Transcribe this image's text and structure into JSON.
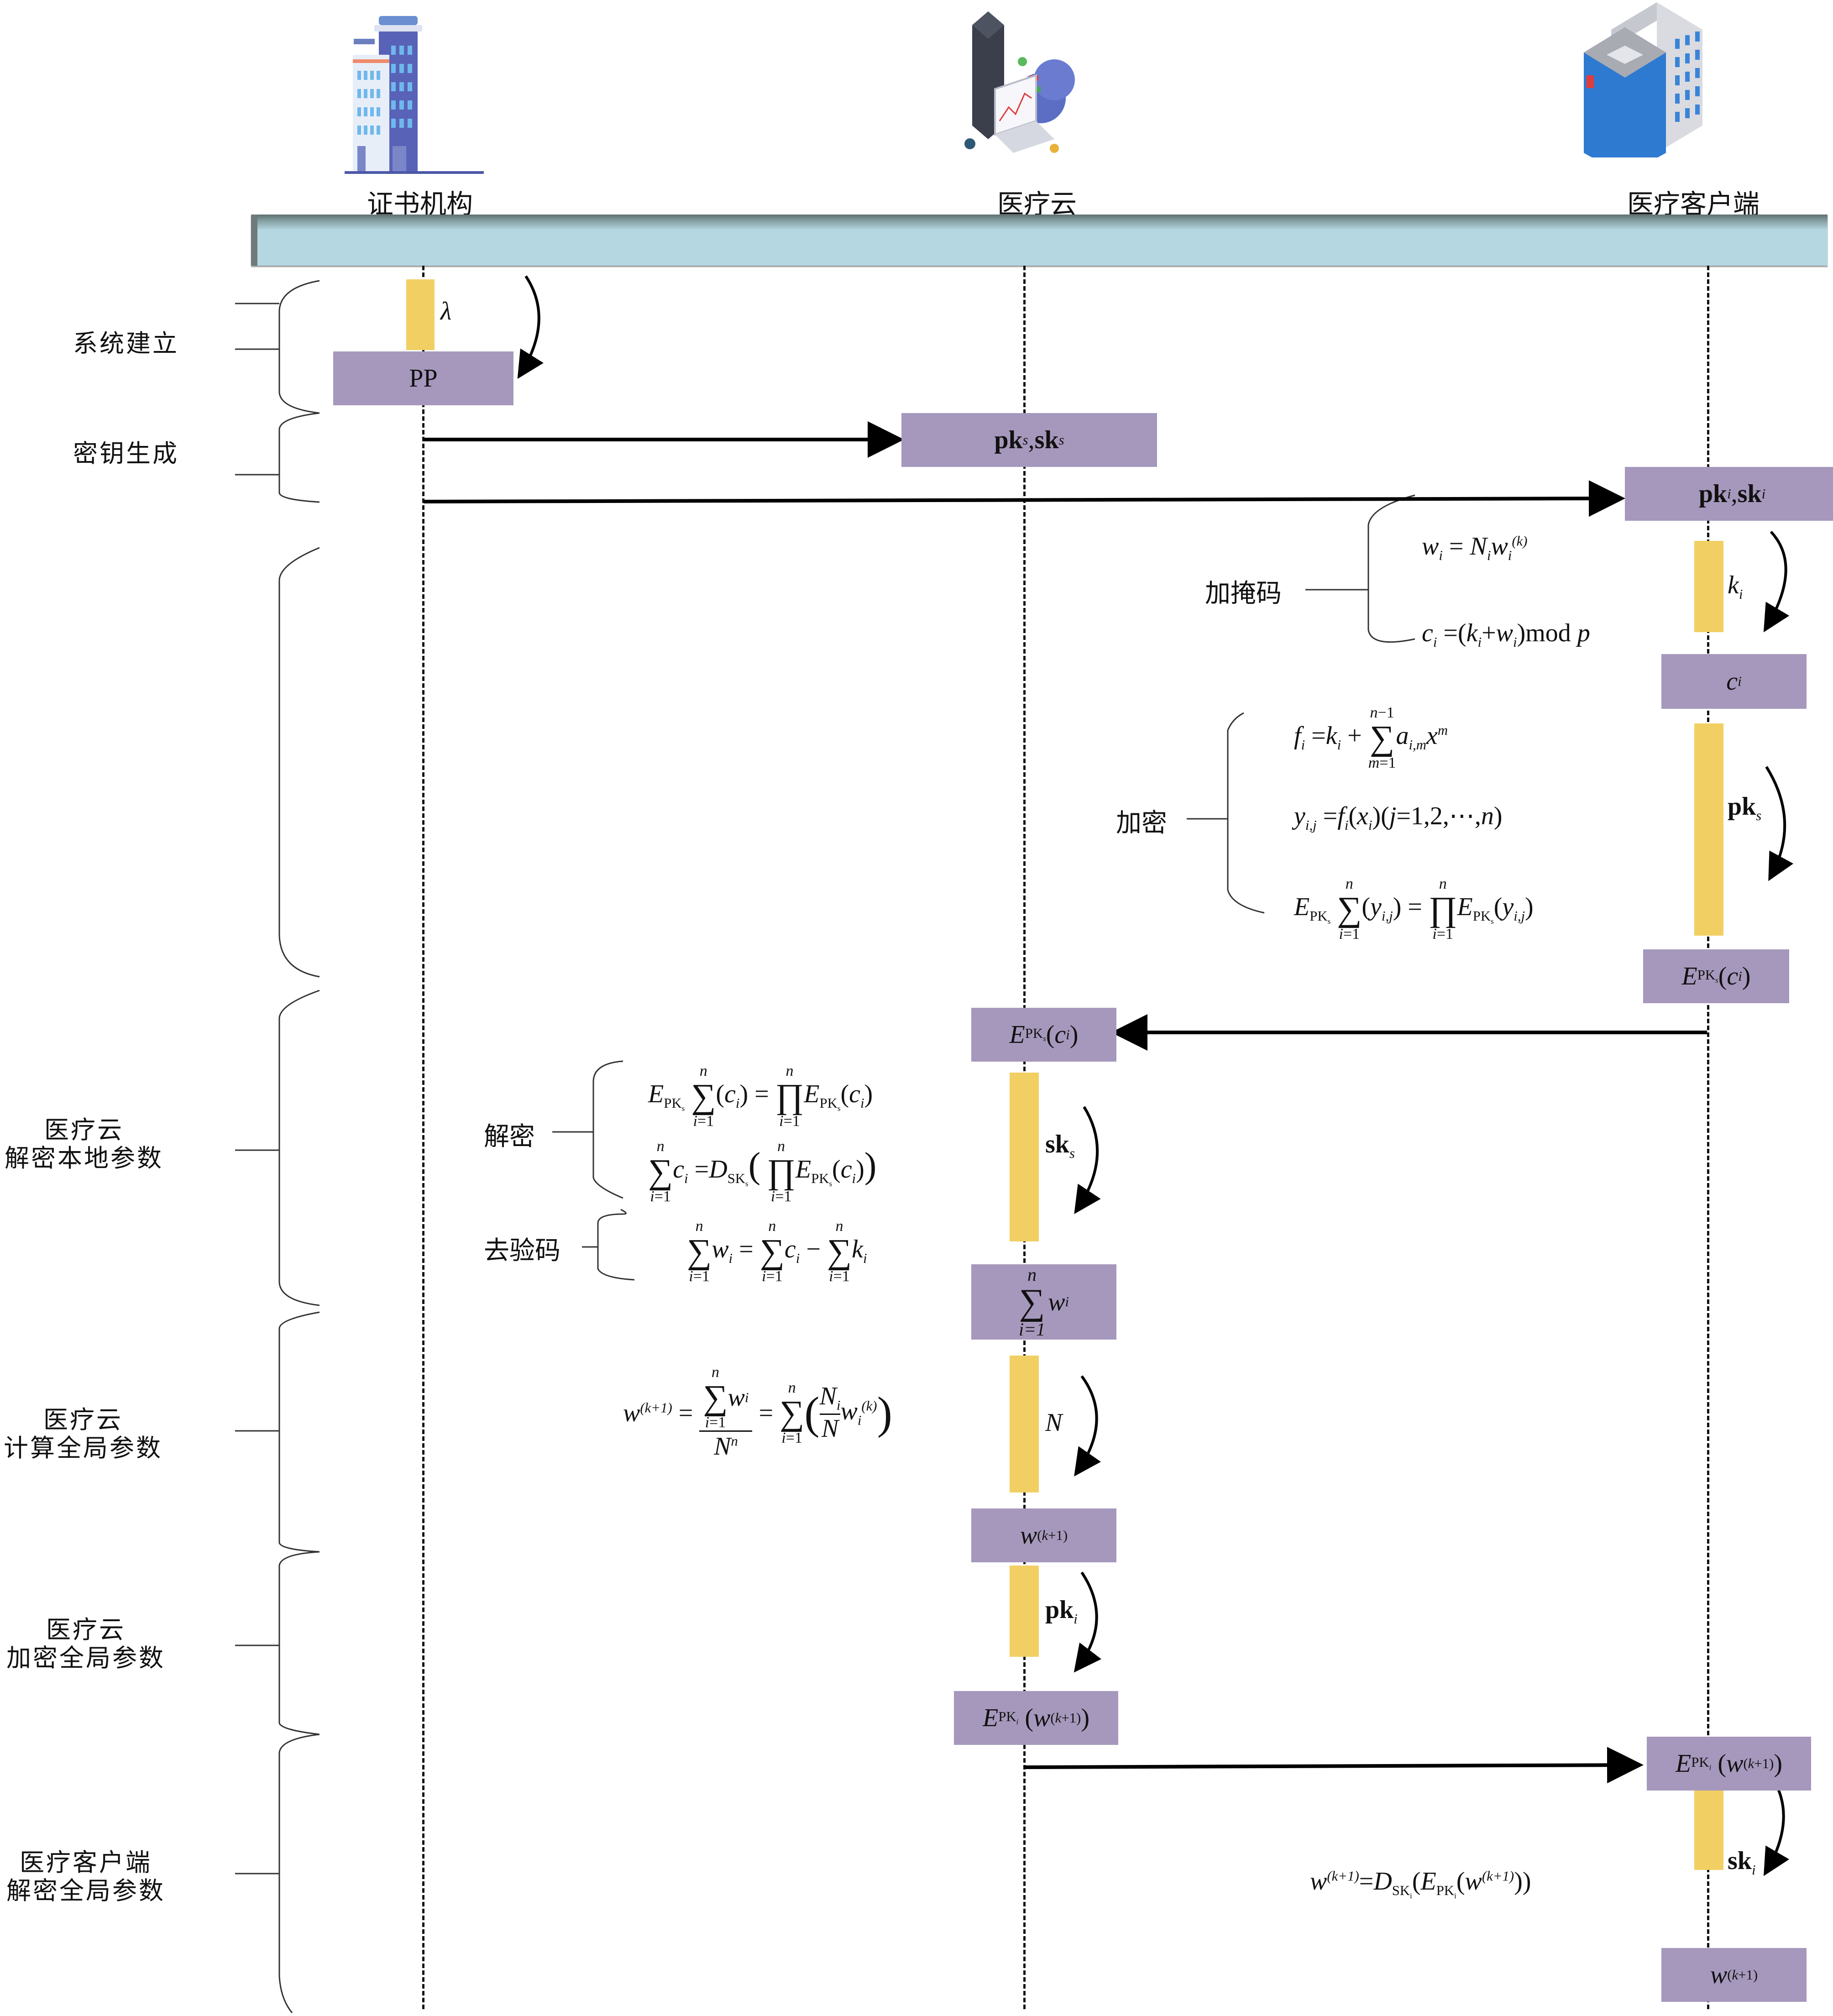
{
  "actors": [
    {
      "id": "ca",
      "label": "证书机构",
      "icon": "office-building-icon"
    },
    {
      "id": "cloud",
      "label": "医疗云",
      "icon": "cloud-server-icon"
    },
    {
      "id": "client",
      "label": "医疗客户端",
      "icon": "hospital-building-icon"
    }
  ],
  "phases": [
    {
      "id": "setup",
      "label": "系统建立"
    },
    {
      "id": "keygen",
      "label": "密钥生成"
    },
    {
      "id": "client-local",
      "label": ""
    },
    {
      "id": "cloud-decrypt",
      "line1": "医疗云",
      "line2": "解密本地参数"
    },
    {
      "id": "cloud-compute",
      "line1": "医疗云",
      "line2": "计算全局参数"
    },
    {
      "id": "cloud-encrypt",
      "line1": "医疗云",
      "line2": "加密全局参数"
    },
    {
      "id": "client-decrypt",
      "line1": "医疗客户端",
      "line2": "解密全局参数"
    }
  ],
  "steps": {
    "mask": "加掩码",
    "encrypt": "加密",
    "decrypt": "解密",
    "unmask": "去验码"
  },
  "boxes": {
    "pp": "PP",
    "pks_sks": "pk_s,sk_s",
    "pki_ski": "pk_i,sk_i",
    "ci": "c_i",
    "epks_ci_client": "E_PKs(c_i)",
    "epks_ci_cloud": "E_PKs(c_i)",
    "sum_wi": "Σ_{i=1}^{n} w_i",
    "w_k1_cloud": "w^(k+1)",
    "epki_w_cloud": "E_PKi(w^(k+1))",
    "epki_w_client": "E_PKi(w^(k+1))",
    "w_k1_client": "w^(k+1)"
  },
  "self_call_labels": {
    "lambda": "λ",
    "ki": "k_i",
    "pks": "pk_s",
    "sks": "sk_s",
    "N": "N",
    "pki": "pk_i",
    "ski": "sk_i"
  },
  "formulas": {
    "mask1": "w_i = N_i w_i^(k)",
    "mask2": "c_i = (k_i + w_i) mod p",
    "enc1": "f_i = k_i + Σ_{m=1}^{n-1} a_{i,m} x^m",
    "enc2": "y_{i,j} = f_i(x_i) (j=1,2,…,n)",
    "enc3": "E_PKs Σ_{i=1}^{n} (y_{i,j}) = Π_{i=1}^{n} E_PKs (y_{i,j})",
    "dec1": "E_PKs Σ_{i=1}^{n} (c_i) = Π_{i=1}^{n} E_PKs (c_i)",
    "dec2": "Σ_{i=1}^{n} c_i = D_SKs ( Π_{i=1}^{n} E_PKs (c_i) )",
    "unmask1": "Σ_{i=1}^{n} w_i = Σ_{i=1}^{n} c_i − Σ_{i=1}^{n} k_i",
    "agg": "w^(k+1) = (Σ_{i=1}^{n} w_i) / N^n = Σ_{i=1}^{n} ( (N_i/N) w_i^(k) )",
    "client_dec": "w^(k+1) = D_SKi (E_PKi (w^(k+1)))"
  },
  "text": {
    "E": "E",
    "PK": "PK",
    "SK": "SK",
    "D": "D",
    "mod": "mod",
    "p": "p",
    "sum": "∑",
    "prod": "∏",
    "n": "n",
    "n1": "n−1",
    "i1": "i=1",
    "m1": "m=1",
    "eq": "=",
    "plus": "+",
    "minus": "−",
    "w": "w",
    "k1": "(k+1)",
    "k": "(k)",
    "Nn": "N",
    "Ni": "N",
    "N": "N",
    "i": "i",
    "s": "s",
    "c": "c",
    "f": "f",
    "y": "y",
    "x": "x",
    "a": "a",
    "ij": "i,j",
    "im": "i,m",
    "m": "m",
    "j_list": "(j=1,2,⋯,n)",
    "lp": "(",
    "rp": ")",
    "pk": "pk",
    "sk": "sk",
    "comma": ","
  },
  "colors": {
    "box": "#a698bc",
    "activation": "#f1cf63",
    "banner": "#b4d7e2"
  }
}
